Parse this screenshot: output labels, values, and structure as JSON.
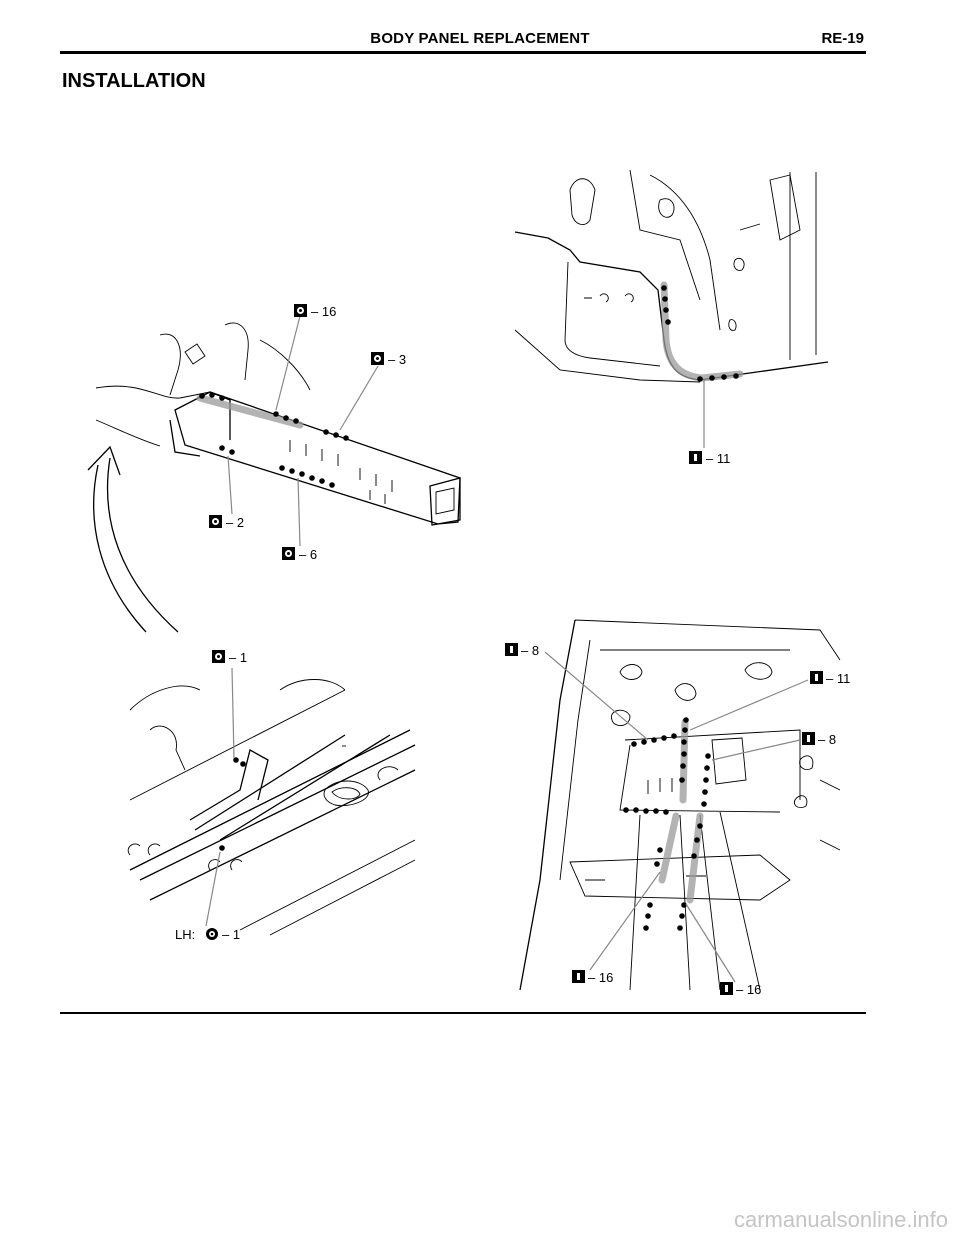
{
  "header": {
    "title": "BODY PANEL REPLACEMENT",
    "page": "RE-19"
  },
  "section": {
    "title": "INSTALLATION"
  },
  "figures": {
    "top_left": {
      "callouts": [
        {
          "symbol": "spot-weld-symbol",
          "text": "– 16"
        },
        {
          "symbol": "spot-weld-symbol",
          "text": "– 3"
        },
        {
          "symbol": "spot-weld-symbol",
          "text": "– 2"
        },
        {
          "symbol": "spot-weld-symbol",
          "text": "– 6"
        }
      ]
    },
    "top_right": {
      "callouts": [
        {
          "symbol": "plug-weld-symbol",
          "text": "– 11"
        }
      ]
    },
    "bottom_left": {
      "callouts": [
        {
          "symbol": "spot-weld-symbol",
          "text": "– 1"
        },
        {
          "symbol": "spot-weld-symbol",
          "prefix": "LH:",
          "text": "– 1"
        }
      ]
    },
    "bottom_right": {
      "callouts": [
        {
          "symbol": "plug-weld-symbol",
          "text": "– 8"
        },
        {
          "symbol": "plug-weld-symbol",
          "text": "– 11"
        },
        {
          "symbol": "plug-weld-symbol",
          "text": "– 8"
        },
        {
          "symbol": "plug-weld-symbol",
          "text": "– 16"
        },
        {
          "symbol": "plug-weld-symbol",
          "text": "– 16"
        }
      ]
    }
  },
  "footer": {
    "watermark": "carmanualsonline.info"
  }
}
